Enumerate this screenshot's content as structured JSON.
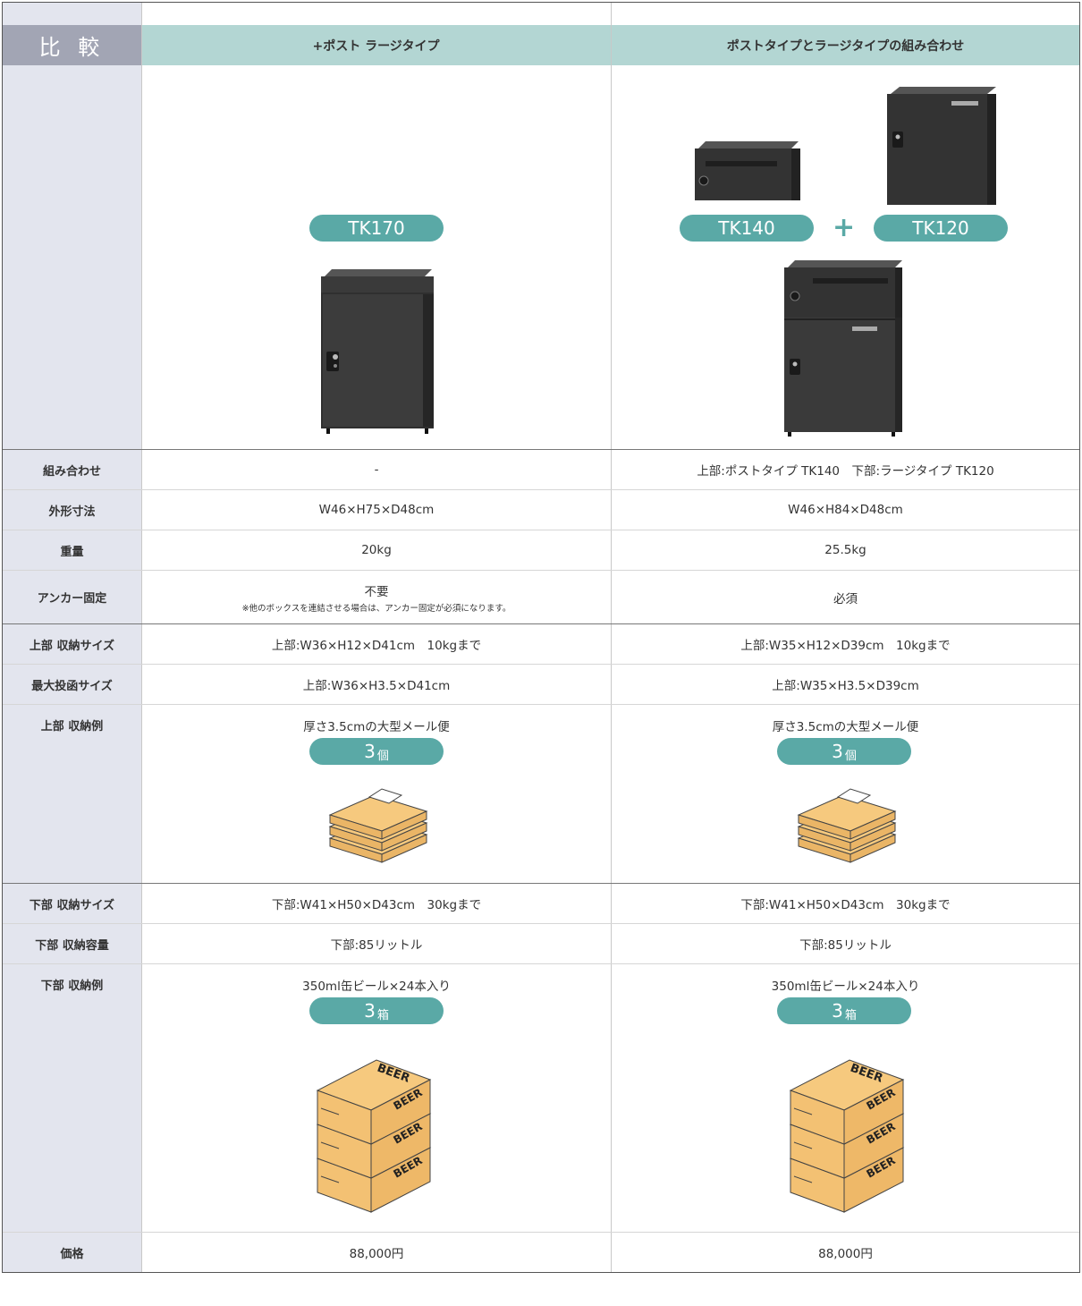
{
  "header": {
    "label": "比 較",
    "col1": "+ポスト ラージタイプ",
    "col2": "ポストタイプとラージタイプの組み合わせ"
  },
  "products": {
    "col1_model": "TK170",
    "col2_model_a": "TK140",
    "col2_model_b": "TK120",
    "plus": "+"
  },
  "rows": {
    "combo": {
      "label": "組み合わせ",
      "col1": "-",
      "col2": "上部:ポストタイプ TK140　下部:ラージタイプ TK120"
    },
    "size": {
      "label": "外形寸法",
      "col1": "W46×H75×D48cm",
      "col2": "W46×H84×D48cm"
    },
    "weight": {
      "label": "重量",
      "col1": "20kg",
      "col2": "25.5kg"
    },
    "anchor": {
      "label": "アンカー固定",
      "col1": "不要",
      "col1_note": "※他のボックスを連結させる場合は、アンカー固定が必須になります。",
      "col2": "必須"
    },
    "upper_size": {
      "label": "上部 収納サイズ",
      "col1": "上部:W36×H12×D41cm　10kgまで",
      "col2": "上部:W35×H12×D39cm　10kgまで"
    },
    "slot_size": {
      "label": "最大投函サイズ",
      "col1": "上部:W36×H3.5×D41cm",
      "col2": "上部:W35×H3.5×D39cm"
    },
    "upper_example": {
      "label": "上部 収納例",
      "col1": "厚さ3.5cmの大型メール便",
      "col2": "厚さ3.5cmの大型メール便",
      "count": "3",
      "unit": "個"
    },
    "lower_size": {
      "label": "下部 収納サイズ",
      "col1": "下部:W41×H50×D43cm　30kgまで",
      "col2": "下部:W41×H50×D43cm　30kgまで"
    },
    "lower_capacity": {
      "label": "下部 収納容量",
      "col1": "下部:85リットル",
      "col2": "下部:85リットル"
    },
    "lower_example": {
      "label": "下部 収納例",
      "col1": "350ml缶ビール×24本入り",
      "col2": "350ml缶ビール×24本入り",
      "count": "3",
      "unit": "箱"
    },
    "price": {
      "label": "価格",
      "col1": "88,000円",
      "col2": "88,000円"
    }
  },
  "box_print": "BEER",
  "colors": {
    "accent": "#5aa9a6",
    "header_bg": "#b3d6d3",
    "label_bg": "#e3e5ee",
    "cardboard": "#f6c97e"
  }
}
